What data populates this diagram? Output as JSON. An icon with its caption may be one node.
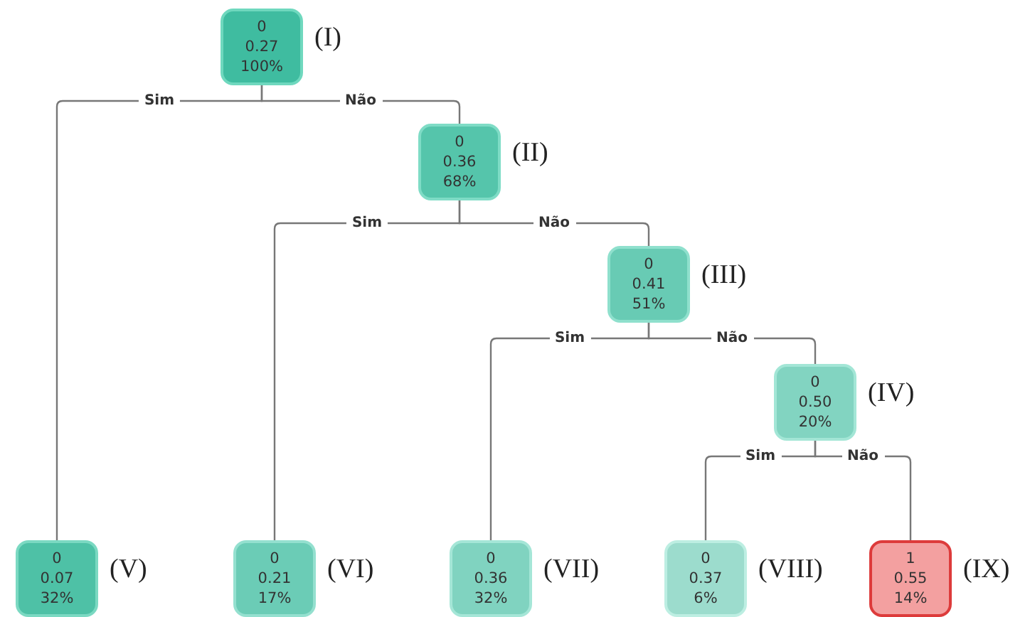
{
  "diagram": {
    "nodes": [
      {
        "text": [
          "0",
          "0.27",
          "100%"
        ],
        "beside": [
          "(I)"
        ]
      },
      {
        "text": [
          "0",
          "0.36",
          "68%"
        ],
        "beside": [
          "(II)"
        ]
      },
      {
        "text": [
          "0",
          "0.41",
          "51%"
        ],
        "beside": [
          "(III)"
        ]
      },
      {
        "text": [
          "0",
          "0.50",
          "20%"
        ],
        "beside": [
          "(IV)"
        ]
      },
      {
        "text": [
          "0",
          "0.07",
          "32%"
        ],
        "beside": [
          "(V)"
        ]
      },
      {
        "text": [
          "0",
          "0.21",
          "17%"
        ],
        "beside": [
          "(VI)"
        ]
      },
      {
        "text": [
          "0",
          "0.36",
          "32%"
        ],
        "beside": [
          "(VII)"
        ]
      },
      {
        "text": [
          "0",
          "0.37",
          "6%"
        ],
        "beside": [
          "(VIII)"
        ]
      },
      {
        "text": [
          "1",
          "0.55",
          "14%"
        ],
        "beside": [
          "(IX)"
        ]
      }
    ],
    "edges": [
      {
        "from": 0,
        "to": 4,
        "arrow": "none",
        "label": "Sim"
      },
      {
        "from": 0,
        "to": 1,
        "arrow": "none",
        "label": "Não"
      },
      {
        "from": 1,
        "to": 5,
        "arrow": "none",
        "label": "Sim"
      },
      {
        "from": 1,
        "to": 2,
        "arrow": "none",
        "label": "Não"
      },
      {
        "from": 2,
        "to": 6,
        "arrow": "none",
        "label": "Sim"
      },
      {
        "from": 2,
        "to": 3,
        "arrow": "none",
        "label": "Não"
      },
      {
        "from": 3,
        "to": 7,
        "arrow": "none",
        "label": "Sim"
      },
      {
        "from": 3,
        "to": 8,
        "arrow": "none",
        "label": "Não"
      }
    ]
  }
}
